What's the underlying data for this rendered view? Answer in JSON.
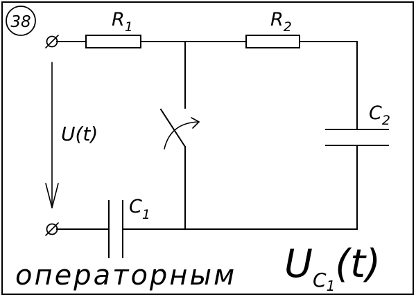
{
  "problem_number": "38",
  "components": {
    "r1": {
      "symbol": "R",
      "index": "1"
    },
    "r2": {
      "symbol": "R",
      "index": "2"
    },
    "c1": {
      "symbol": "C",
      "index": "1"
    },
    "c2": {
      "symbol": "C",
      "index": "2"
    }
  },
  "source_label": "U(t)",
  "method_text": "операторным",
  "find_label": {
    "symbol": "U",
    "subscript": "C",
    "subscript_index": "1",
    "argument": "(t)"
  },
  "colors": {
    "ink": "#000000",
    "background": "#ffffff"
  }
}
